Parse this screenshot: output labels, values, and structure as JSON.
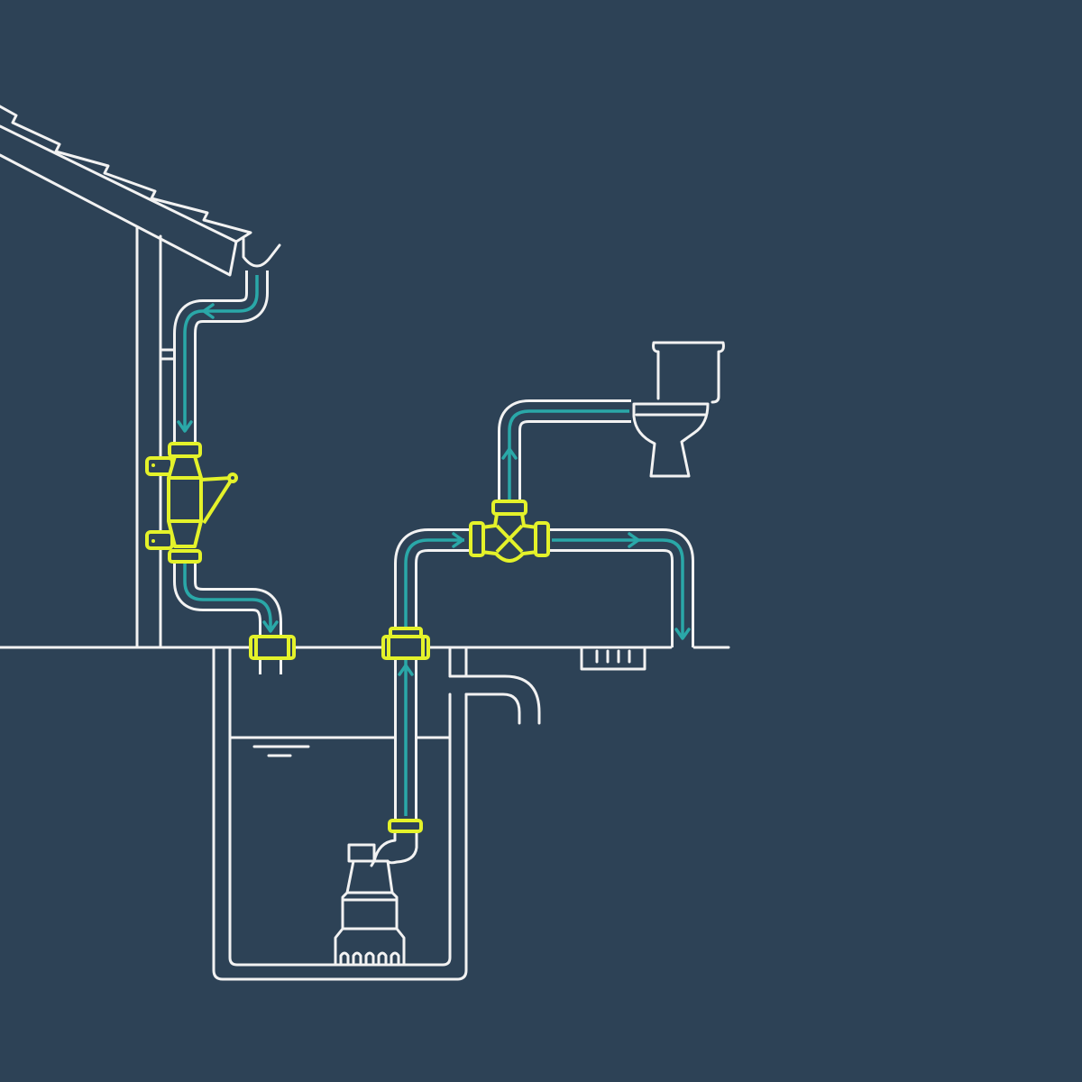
{
  "diagram": {
    "colors": {
      "background": "#2d4256",
      "line": "#f2f2f2",
      "flow": "#2aa8a8",
      "highlight": "#e4f22a"
    },
    "components": [
      "roof",
      "gutter",
      "downpipe",
      "downpipe-filter",
      "underground-tank",
      "submersible-pump",
      "tank-overflow",
      "three-way-valve",
      "toilet",
      "garden-outlet-drain"
    ]
  }
}
